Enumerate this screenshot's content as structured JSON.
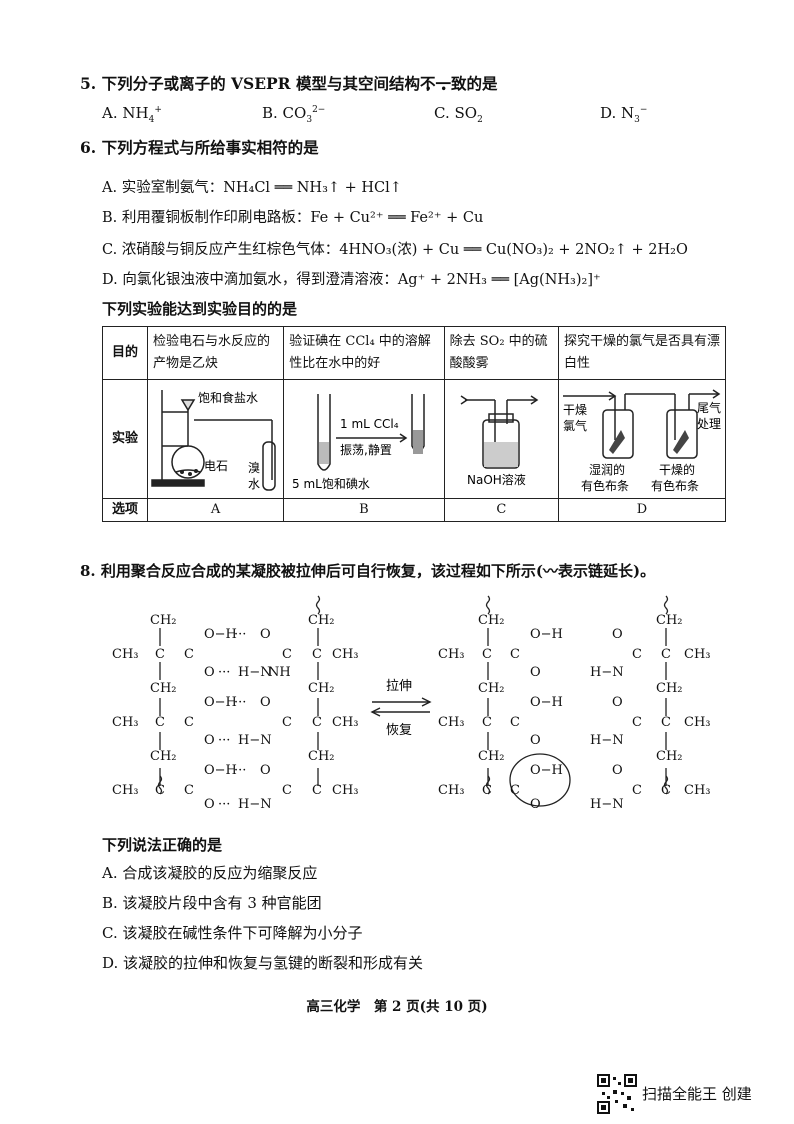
{
  "q5": {
    "stem_pre": "5. 下列分子或离子的 VSEPR 模型与其空间结构",
    "stem_em1": "不",
    "stem_em2": "一",
    "stem_post": "致的是",
    "A_label": "A. NH",
    "A_sub": "4",
    "A_sup": "+",
    "B_label": "B. CO",
    "B_sub": "3",
    "B_sup": "2−",
    "C_label": "C. SO",
    "C_sub": "2",
    "D_label": "D. N",
    "D_sub": "3",
    "D_sup": "−"
  },
  "q6": {
    "stem": "6. 下列方程式与所给事实相符的是",
    "A": "A. 实验室制氨气：NH₄Cl ══ NH₃↑ + HCl↑",
    "B": "B. 利用覆铜板制作印刷电路板：Fe + Cu²⁺ ══ Fe²⁺ + Cu",
    "C": "C. 浓硝酸与铜反应产生红棕色气体：4HNO₃(浓) + Cu ══ Cu(NO₃)₂ + 2NO₂↑ + 2H₂O",
    "D": "D. 向氯化银浊液中滴加氨水，得到澄清溶液：Ag⁺ + 2NH₃ ══ [Ag(NH₃)₂]⁺"
  },
  "q7": {
    "stem": "下列实验能达到实验目的的是",
    "row_purpose": "目的",
    "row_experiment": "实验",
    "row_option": "选项",
    "purposes": [
      "检验电石与水反应的产物是乙炔",
      "验证碘在 CCl₄ 中的溶解性比在水中的好",
      "除去 SO₂ 中的硫酸酸雾",
      "探究干燥的氯气是否具有漂白性"
    ],
    "options": [
      "A",
      "B",
      "C",
      "D"
    ],
    "labels": {
      "a_salt": "饱和食盐水",
      "a_carbide": "电石",
      "a_br1": "溴",
      "a_br2": "水",
      "b_ccl4": "1 mL CCl₄",
      "b_shake": "振荡,静置",
      "b_iodine": "5 mL饱和碘水",
      "c_naoh": "NaOH溶液",
      "d_dry1": "干燥",
      "d_dry2": "氯气",
      "d_tail1": "尾气",
      "d_tail2": "处理",
      "d_wet1": "湿润的",
      "d_wet2": "有色布条",
      "d_drycloth1": "干燥的",
      "d_drycloth2": "有色布条"
    }
  },
  "q8": {
    "stem": "8. 利用聚合反应合成的某凝胶被拉伸后可自行恢复，该过程如下所示(〰表示链延长)。",
    "stretch": "拉伸",
    "recover": "恢复",
    "question": "下列说法正确的是",
    "A": "A. 合成该凝胶的反应为缩聚反应",
    "B": "B. 该凝胶片段中含有 3 种官能团",
    "C": "C. 该凝胶在碱性条件下可降解为小分子",
    "D": "D. 该凝胶的拉伸和恢复与氢键的断裂和形成有关",
    "chem": {
      "ch2": "CH₂",
      "ch3": "CH₃",
      "c": "C",
      "o": "O",
      "h": "H",
      "oh": "O−H",
      "hn": "H−N",
      "nh": "NH"
    }
  },
  "footer": "高三化学　第 2 页(共 10 页)",
  "scanner": "扫描全能王 创建"
}
